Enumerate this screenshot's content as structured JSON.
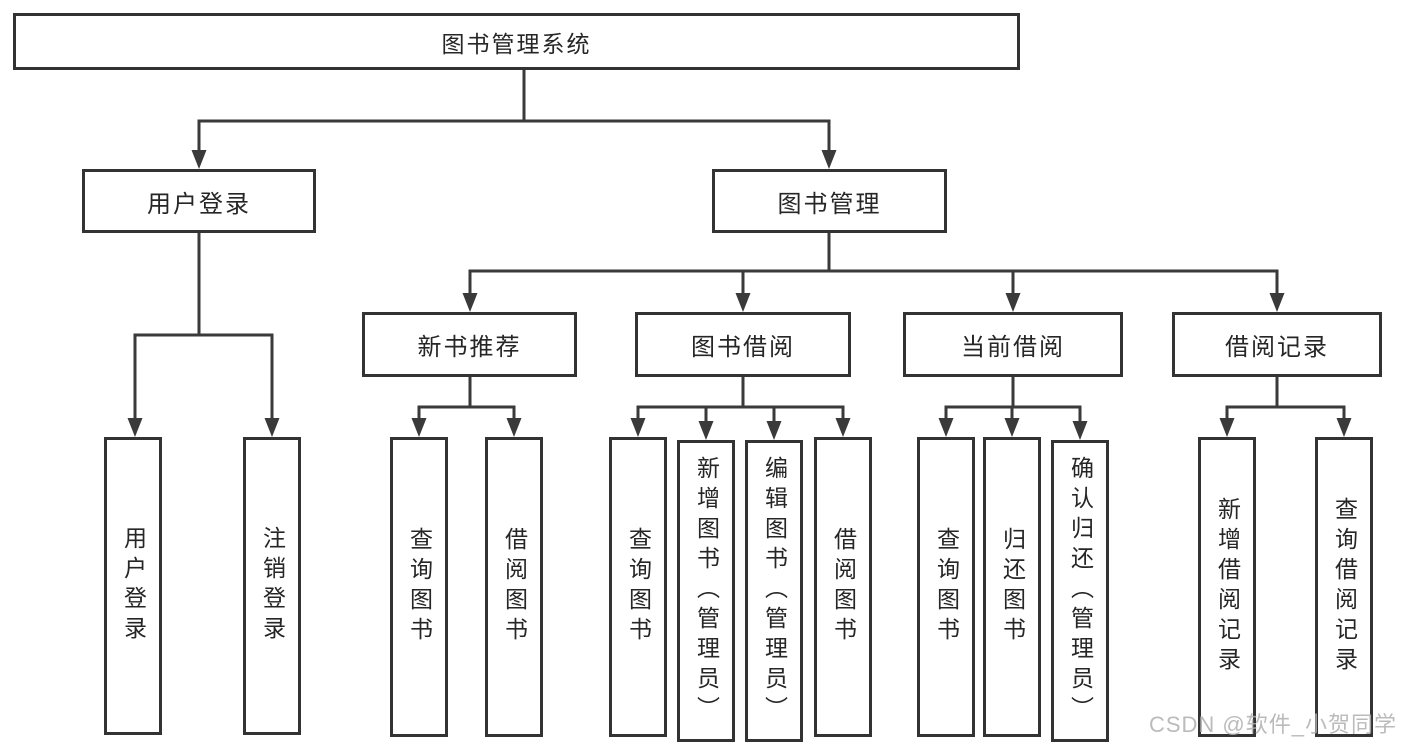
{
  "tree": {
    "root": {
      "label": "图书管理系统"
    },
    "level2": [
      {
        "label": "用户登录"
      },
      {
        "label": "图书管理"
      }
    ],
    "level3": [
      {
        "label": "新书推荐"
      },
      {
        "label": "图书借阅"
      },
      {
        "label": "当前借阅"
      },
      {
        "label": "借阅记录"
      }
    ],
    "leaves": [
      {
        "label": "用户登录"
      },
      {
        "label": "注销登录"
      },
      {
        "label": "查询图书"
      },
      {
        "label": "借阅图书"
      },
      {
        "label": "查询图书"
      },
      {
        "label": "新增图书（管理员）"
      },
      {
        "label": "编辑图书（管理员）"
      },
      {
        "label": "借阅图书"
      },
      {
        "label": "查询图书"
      },
      {
        "label": "归还图书"
      },
      {
        "label": "确认归还（管理员）"
      },
      {
        "label": "新增借阅记录"
      },
      {
        "label": "查询借阅记录"
      }
    ]
  },
  "watermark": {
    "text": "CSDN @软件_小贺同学"
  },
  "colors": {
    "line": "#3a3a3a",
    "box_border": "#333333",
    "text": "#262626",
    "background": "#ffffff",
    "watermark": "#afafaf"
  }
}
